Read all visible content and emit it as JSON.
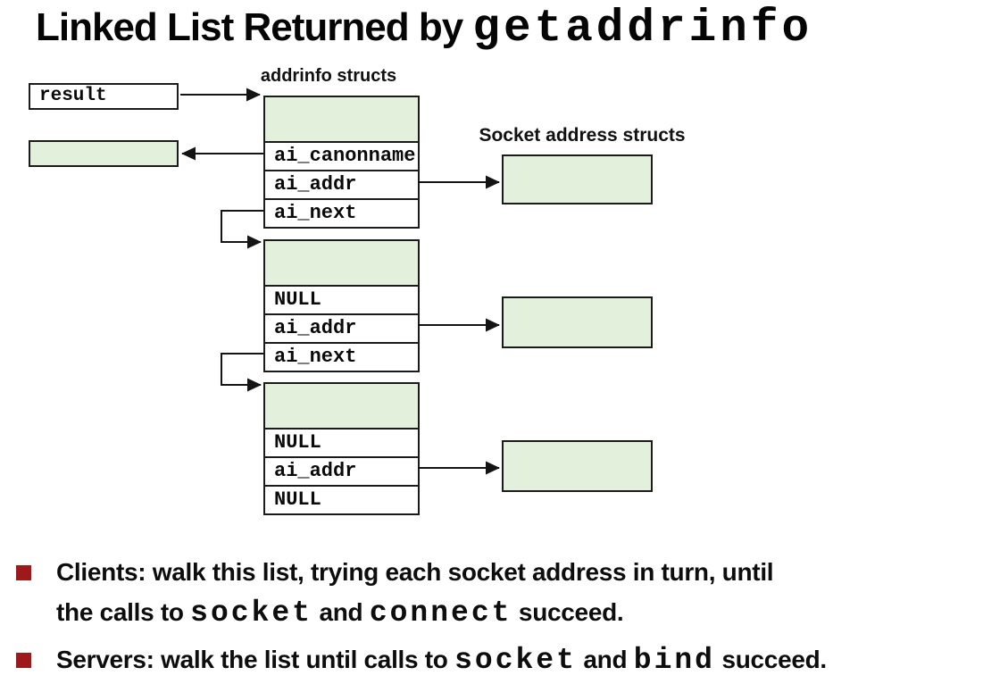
{
  "title": {
    "sans": "Linked List Returned by ",
    "mono": "getaddrinfo"
  },
  "diagram": {
    "labels": {
      "addrinfo": "addrinfo structs",
      "socket": "Socket address structs"
    },
    "result_box": {
      "label": "result"
    },
    "structs": [
      {
        "rows": [
          "ai_canonname",
          "ai_addr",
          "ai_next"
        ]
      },
      {
        "rows": [
          "NULL",
          "ai_addr",
          "ai_next"
        ]
      },
      {
        "rows": [
          "NULL",
          "ai_addr",
          "NULL"
        ]
      }
    ],
    "socket_boxes": 3,
    "canonname_target_box": {
      "label": ""
    }
  },
  "bullets": [
    {
      "lines": [
        {
          "segments": [
            {
              "text": "Clients: walk this list, trying each socket address in turn, until",
              "mono": false
            }
          ]
        },
        {
          "segments": [
            {
              "text": "the calls to ",
              "mono": false
            },
            {
              "text": "socket",
              "mono": true
            },
            {
              "text": " and ",
              "mono": false
            },
            {
              "text": "connect",
              "mono": true
            },
            {
              "text": " succeed.",
              "mono": false
            }
          ]
        }
      ]
    },
    {
      "lines": [
        {
          "segments": [
            {
              "text": "Servers: walk the list until calls to ",
              "mono": false
            },
            {
              "text": "socket",
              "mono": true
            },
            {
              "text": " and ",
              "mono": false
            },
            {
              "text": "bind",
              "mono": true
            },
            {
              "text": " succeed.",
              "mono": false
            }
          ]
        }
      ]
    }
  ],
  "colors": {
    "struct_fill": "#e3f1dc",
    "bullet_marker": "#9e1a1a",
    "line": "#1b1b1b"
  }
}
